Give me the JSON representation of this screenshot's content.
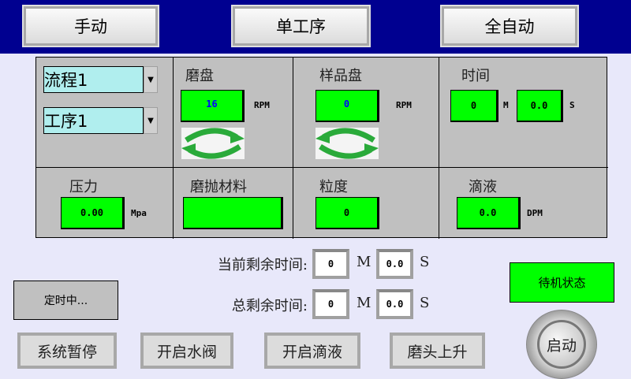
{
  "mode_tabs": [
    "手动",
    "单工序",
    "全自动"
  ],
  "selectors": {
    "process": "流程1",
    "step": "工序1"
  },
  "grinding_disc": {
    "label": "磨盘",
    "value": "16",
    "unit": "RPM"
  },
  "sample_disc": {
    "label": "样品盘",
    "value": "0",
    "unit": "RPM"
  },
  "time": {
    "label": "时间",
    "minutes": "0",
    "m_unit": "M",
    "seconds": "0.0",
    "s_unit": "S"
  },
  "pressure": {
    "label": "压力",
    "value": "0.00",
    "unit": "Mpa"
  },
  "material": {
    "label": "磨抛材料",
    "value": ""
  },
  "grit": {
    "label": "粒度",
    "value": "0"
  },
  "drip": {
    "label": "滴液",
    "value": "0.0",
    "unit": "DPM"
  },
  "current_remaining": {
    "label": "当前剩余时间:",
    "minutes": "0",
    "m_unit": "M",
    "seconds": "0.0",
    "s_unit": "S"
  },
  "total_remaining": {
    "label": "总剩余时间:",
    "minutes": "0",
    "m_unit": "M",
    "seconds": "0.0",
    "s_unit": "S"
  },
  "timer_status": "定时中...",
  "machine_status": "待机状态",
  "buttons": [
    "系统暂停",
    "开启水阀",
    "开启滴液",
    "磨头上升"
  ],
  "start_button": "启动"
}
